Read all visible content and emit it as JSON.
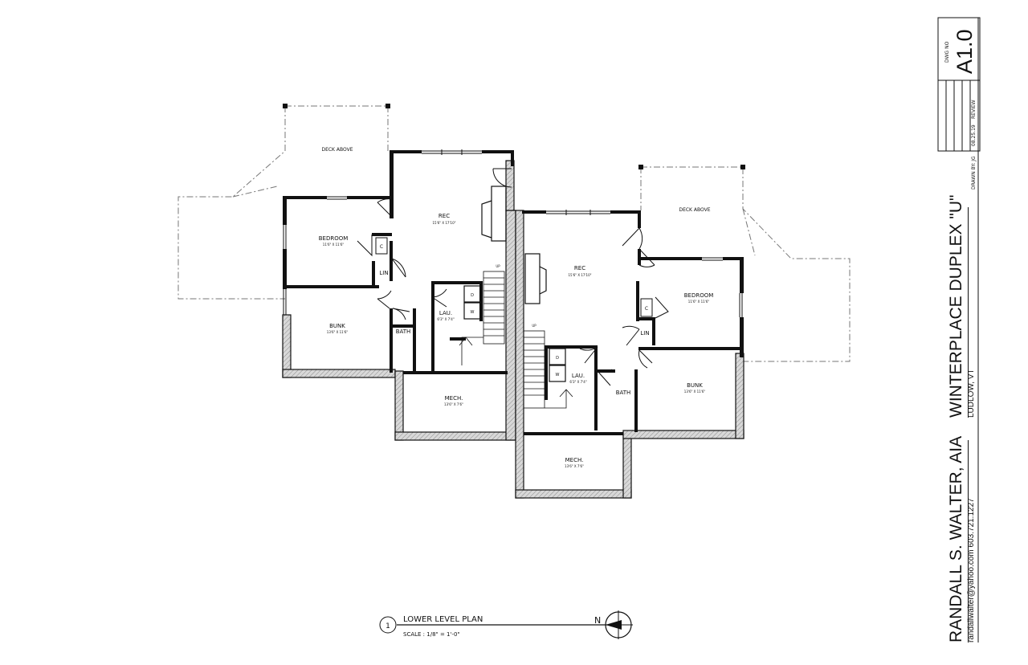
{
  "drawing": {
    "dwg_no_label": "DWG NO",
    "dwg_no": "A1.0",
    "date": "08.25.19",
    "review": "REVIEW",
    "drawn_by": "DRAWN BY: JG"
  },
  "title_block": {
    "architect": "RANDALL S. WALTER, AIA",
    "contact": "randallwalter@yahoo.com 603.721.1227",
    "project": "WINTERPLACE DUPLEX \"U\"",
    "location": "LUDLOW, VT"
  },
  "plan_title": {
    "number": "1",
    "name": "LOWER LEVEL PLAN",
    "scale": "SCALE : 1/8\" = 1'-0\"",
    "north": "N"
  },
  "rooms": {
    "deck_left": "DECK ABOVE",
    "deck_right": "DECK ABOVE",
    "rec_left": "REC",
    "rec_left_dim": "15'6\" X 17'10\"",
    "rec_right": "REC",
    "rec_right_dim": "15'6\" X 17'10\"",
    "bedroom_left": "BEDROOM",
    "bedroom_left_dim": "11'6\" X 11'6\"",
    "bedroom_right": "BEDROOM",
    "bedroom_right_dim": "11'6\" X 11'6\"",
    "bunk_left": "BUNK",
    "bunk_left_dim": "13'6\" X 11'6\"",
    "bunk_right": "BUNK",
    "bunk_right_dim": "13'6\" X 11'6\"",
    "bath_left": "BATH",
    "bath_right": "BATH",
    "lau_left": "LAU.",
    "lau_left_dim": "6'3\" X 7'4\"",
    "lau_right": "LAU.",
    "lau_right_dim": "6'3\" X 7'4\"",
    "mech_left": "MECH.",
    "mech_left_dim": "13'6\" X 7'6\"",
    "mech_right": "MECH.",
    "mech_right_dim": "13'6\" X 7'6\"",
    "lin_left": "LIN",
    "lin_right": "LIN",
    "closet": "C",
    "dryer": "D",
    "washer": "W",
    "up": "UP"
  }
}
